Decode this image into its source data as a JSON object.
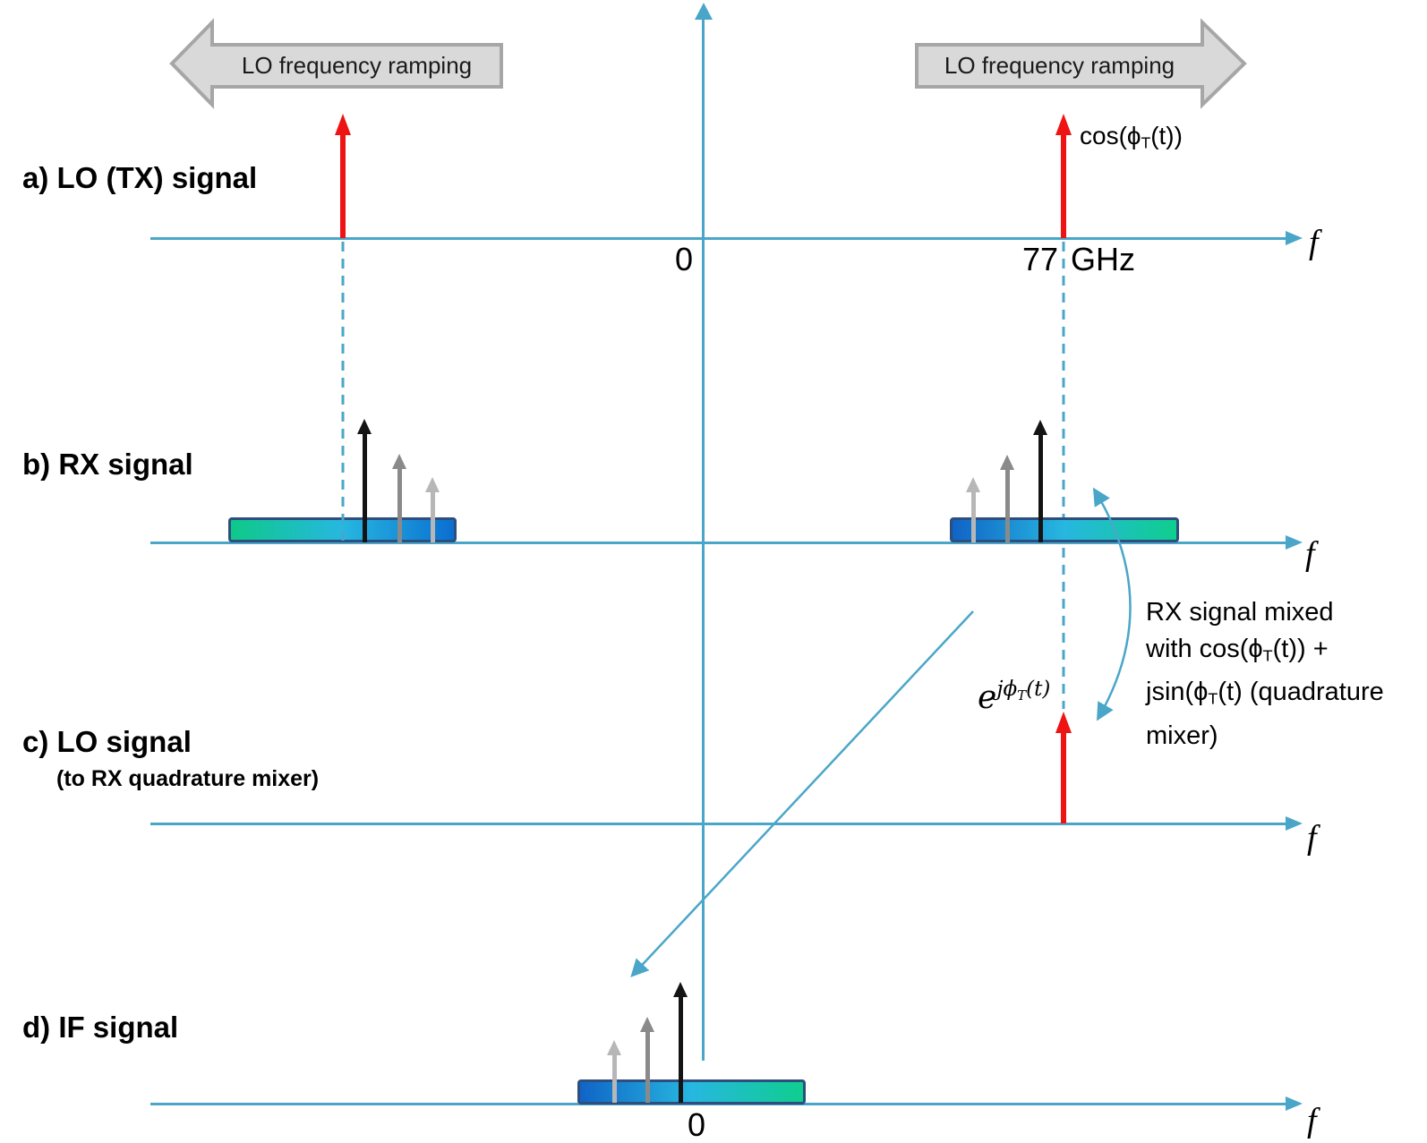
{
  "colors": {
    "axis_blue": "#4aa6c8",
    "impulse_red": "#ee1414",
    "banner_fill": "#d9d9d9",
    "banner_border": "#a6a6a6",
    "bar_border": "#2e4e7e",
    "bar_green": "#0ec989",
    "bar_cyan": "#27b7e0",
    "bar_blue": "#0b6fd0",
    "arrow_black": "#141414",
    "arrow_gray": "#8a8a8a",
    "arrow_light_gray": "#b7b7b7"
  },
  "banners": {
    "left_label": "LO frequency ramping",
    "right_label": "LO frequency ramping"
  },
  "axes": {
    "f_label": "f"
  },
  "section_a": {
    "title": "a) LO (TX) signal",
    "zero_label": "0",
    "freq_value": "77",
    "freq_unit": "GHz",
    "cos_pre": "cos(ϕ",
    "cos_sub": "T",
    "cos_post": "(t))"
  },
  "section_b": {
    "title": "b) RX signal"
  },
  "section_c": {
    "title": "c) LO signal",
    "subtitle": "(to RX quadrature mixer)",
    "exp_base": "e",
    "exp_sup_pre": "jϕ",
    "exp_sub": "T",
    "exp_sup_post": "(t)"
  },
  "section_d": {
    "title": "d) IF signal",
    "zero_label": "0"
  },
  "mixer_note": {
    "line1": "RX signal mixed",
    "line2_pre": "with cos(ϕ",
    "line2_sub": "T",
    "line2_post": "(t)) +",
    "line3_pre": "jsin(ϕ",
    "line3_sub": "T",
    "line3_post": "(t) (quadrature",
    "line4": "mixer)"
  }
}
